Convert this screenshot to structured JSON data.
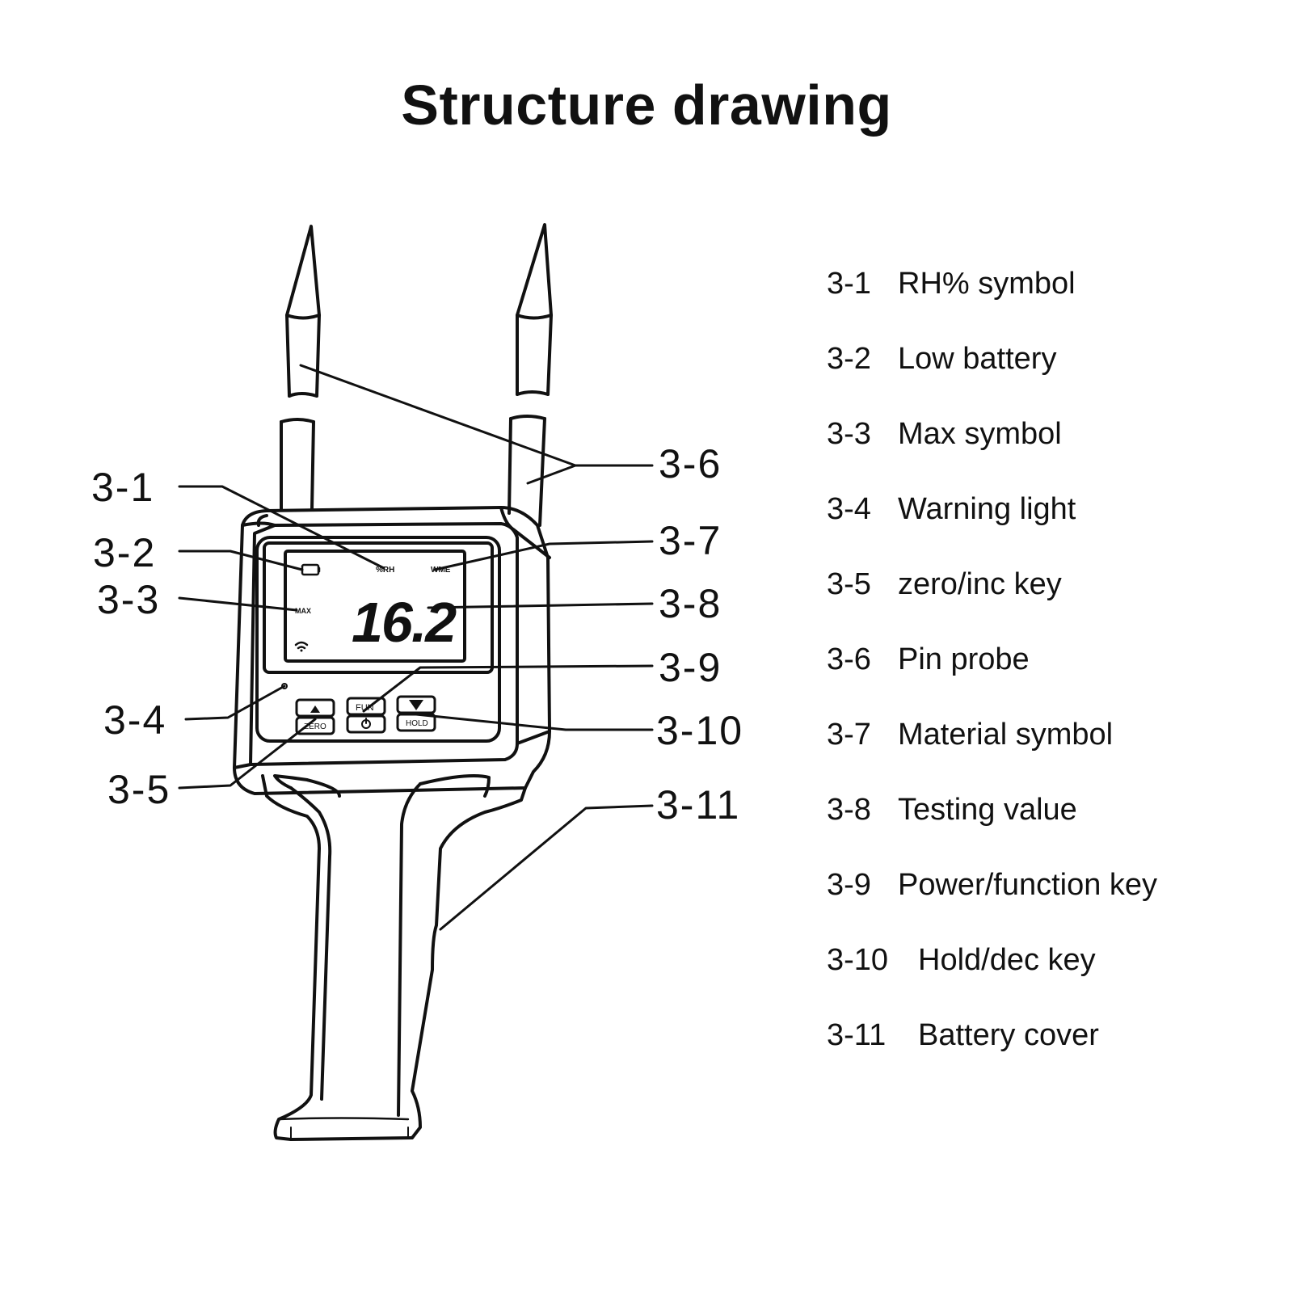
{
  "title": "Structure drawing",
  "device": {
    "lcd": {
      "value": "16.2",
      "rh_symbol": "%RH",
      "material_symbol": "WME",
      "max_symbol": "MAX"
    },
    "keys": {
      "zero": "ZERO",
      "fun": "FUN",
      "hold": "HOLD"
    }
  },
  "callouts": [
    "3-1",
    "3-2",
    "3-3",
    "3-4",
    "3-5",
    "3-6",
    "3-7",
    "3-8",
    "3-9",
    "3-10",
    "3-11"
  ],
  "legend": [
    {
      "code": "3-1",
      "label": "RH% symbol"
    },
    {
      "code": "3-2",
      "label": "Low battery"
    },
    {
      "code": "3-3",
      "label": "Max symbol"
    },
    {
      "code": "3-4",
      "label": "Warning light"
    },
    {
      "code": "3-5",
      "label": "zero/inc key"
    },
    {
      "code": "3-6",
      "label": "Pin probe"
    },
    {
      "code": "3-7",
      "label": "Material symbol"
    },
    {
      "code": "3-8",
      "label": "Testing value"
    },
    {
      "code": "3-9",
      "label": "Power/function key"
    },
    {
      "code": "3-10",
      "label": "Hold/dec key"
    },
    {
      "code": "3-11",
      "label": "Battery cover"
    }
  ]
}
